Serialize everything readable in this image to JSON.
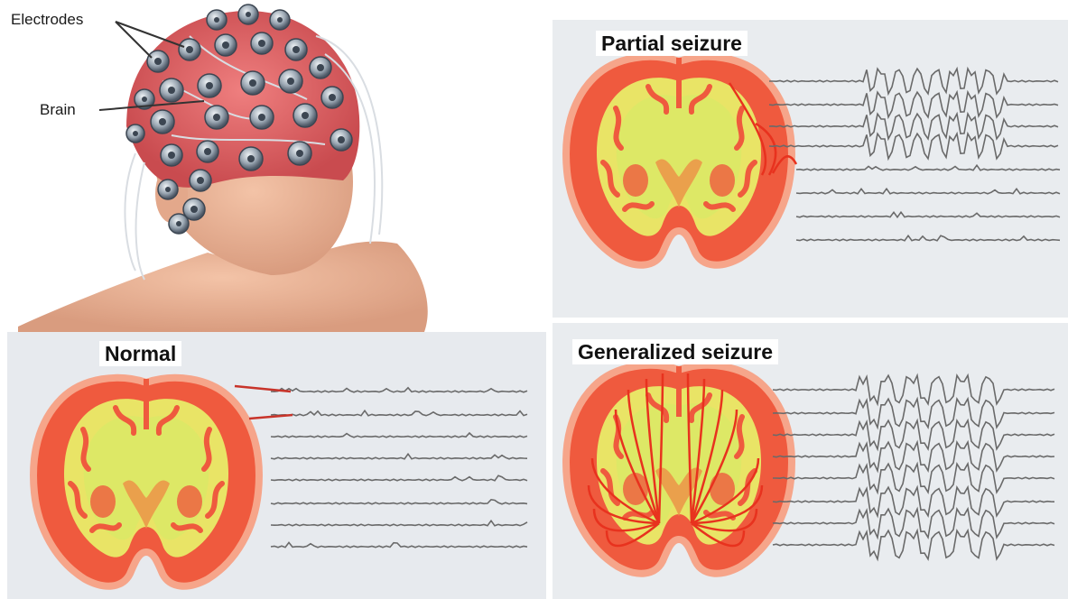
{
  "eeg_head": {
    "callouts": {
      "electrodes": "Electrodes",
      "brain": "Brain"
    }
  },
  "panels": {
    "partial": {
      "label": "Partial seizure"
    },
    "normal": {
      "label": "Normal"
    },
    "generalized": {
      "label": "Generalized seizure"
    }
  },
  "colors": {
    "cortex": "#ef5a3e",
    "white_matter": "#e8ec68",
    "brain_outline": "#f6a58a",
    "trace": "#6a6a6a",
    "seizure_arrow": "#e8321e",
    "panel_bg": "#e9ecef"
  }
}
